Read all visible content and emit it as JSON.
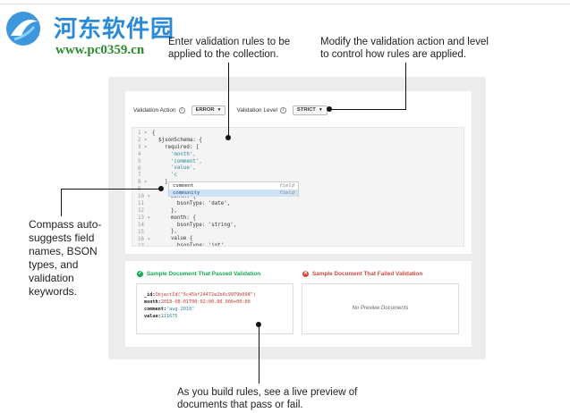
{
  "watermark": {
    "title": "河东软件园",
    "url": "www.pc0359.cn"
  },
  "callouts": {
    "rules": "Enter validation rules to be applied to the collection.",
    "action_level": "Modify the validation action and level to control how rules are applied.",
    "autosuggest": "Compass auto-suggests field names, BSON types, and validation keywords.",
    "preview": "As you build rules, see a live preview of documents that pass or fail."
  },
  "toolbar": {
    "action_label": "Validation Action",
    "action_value": "ERROR",
    "level_label": "Validation Level",
    "level_value": "STRICT"
  },
  "editor": {
    "line_numbers": [
      "1 ▾",
      "2 ▾",
      "3 ▾",
      "4",
      "5",
      "6",
      "7",
      "8 ▾",
      "9",
      "10 ▾",
      "11",
      "12",
      "13 ▾",
      "14",
      "15",
      "16 ▾",
      "17"
    ],
    "lines": [
      "{",
      "  $jsonSchema: {",
      "    required: [",
      "      'month',",
      "      'comment',",
      "      'value',",
      "      'c",
      "    ],",
      "",
      "      month: {",
      "        bsonType: 'date',",
      "      },",
      "      month: {",
      "        bsonType: 'string',",
      "      },",
      "      value {",
      "        bsonType: 'int'"
    ]
  },
  "autocomplete": {
    "items": [
      {
        "name": "comment",
        "type": "field"
      },
      {
        "name": "community",
        "type": "field"
      }
    ]
  },
  "preview": {
    "pass_title": "Sample Document That Passed Validation",
    "fail_title": "Sample Document That Failed Validation",
    "pass_doc": {
      "id_key": "_id:",
      "id_value": "ObjectId(\"5c45bf24472e2b0c9979b098\")",
      "month_key": "month:",
      "month_value": "2018-08-01T00:02:00.00.000+00:00",
      "comment_key": "comment:",
      "comment_value": "\"aug 2018\"",
      "value_key": "value:",
      "value_value": "111675"
    },
    "no_preview": "No Preview Documents"
  }
}
